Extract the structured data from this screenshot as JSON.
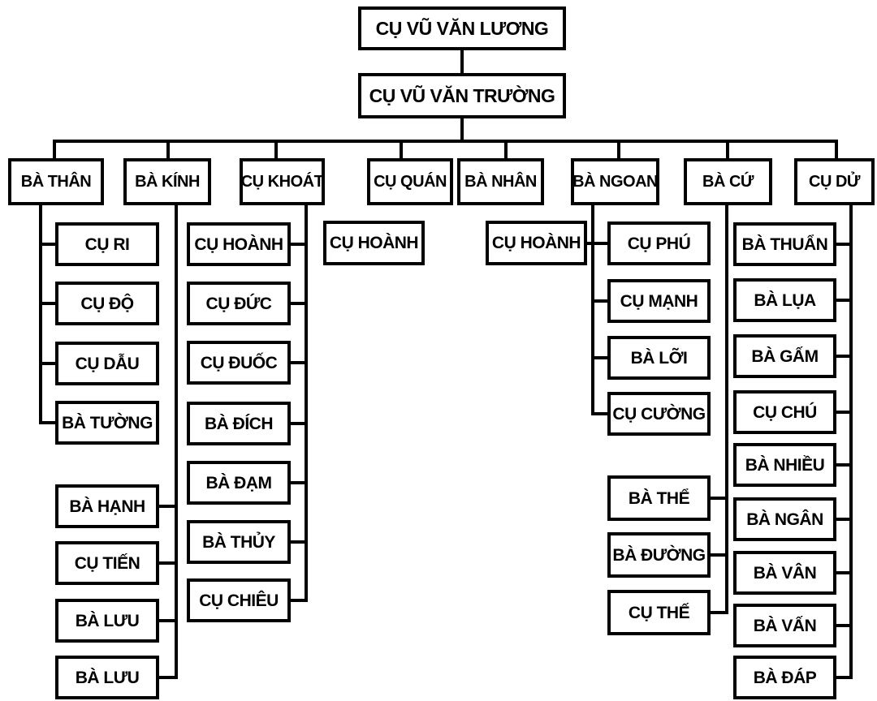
{
  "diagram": {
    "type": "family-tree",
    "generation1": {
      "label": "CỤ VŨ VĂN LƯƠNG"
    },
    "generation2": {
      "label": "CỤ VŨ VĂN TRƯỜNG"
    },
    "branches": [
      {
        "label": "BÀ THÂN",
        "children": [
          "CỤ RI",
          "CỤ ĐỘ",
          "CỤ DẪU",
          "BÀ TƯỜNG"
        ]
      },
      {
        "label": "BÀ KÍNH",
        "children": [
          "BÀ HẠNH",
          "CỤ TIẾN",
          "BÀ LƯU",
          "BÀ LƯU"
        ]
      },
      {
        "label": "CỤ KHOÁT",
        "children": [
          "CỤ HOÀNH",
          "CỤ ĐỨC",
          "CỤ ĐUỐC",
          "BÀ ĐÍCH",
          "BÀ ĐẠM",
          "BÀ THỦY",
          "CỤ CHIÊU"
        ]
      },
      {
        "label": "CỤ QUÁN",
        "children": [
          "CỤ HOÀNH"
        ]
      },
      {
        "label": "BÀ NHÂN",
        "children": [
          "CỤ HOÀNH"
        ]
      },
      {
        "label": "BÀ NGOAN",
        "children": [
          "CỤ PHÚ",
          "CỤ MẠNH",
          "BÀ LỠI",
          "CỤ CƯỜNG"
        ]
      },
      {
        "label": "BÀ CỨ",
        "children": [
          "BÀ THỂ",
          "BÀ ĐƯỜNG",
          "CỤ THẾ"
        ]
      },
      {
        "label": "CỤ DỬ",
        "children": [
          "BÀ THUẨN",
          "BÀ LỤA",
          "BÀ GẤM",
          "CỤ CHÚ",
          "BÀ NHIỀU",
          "BÀ NGÂN",
          "BÀ VÂN",
          "BÀ VẤN",
          "BÀ ĐÁP"
        ]
      }
    ],
    "colors": {
      "background": "#ffffff",
      "box_bg": "#ffffff",
      "box_border": "#000000",
      "line": "#000000",
      "text": "#000000"
    }
  }
}
